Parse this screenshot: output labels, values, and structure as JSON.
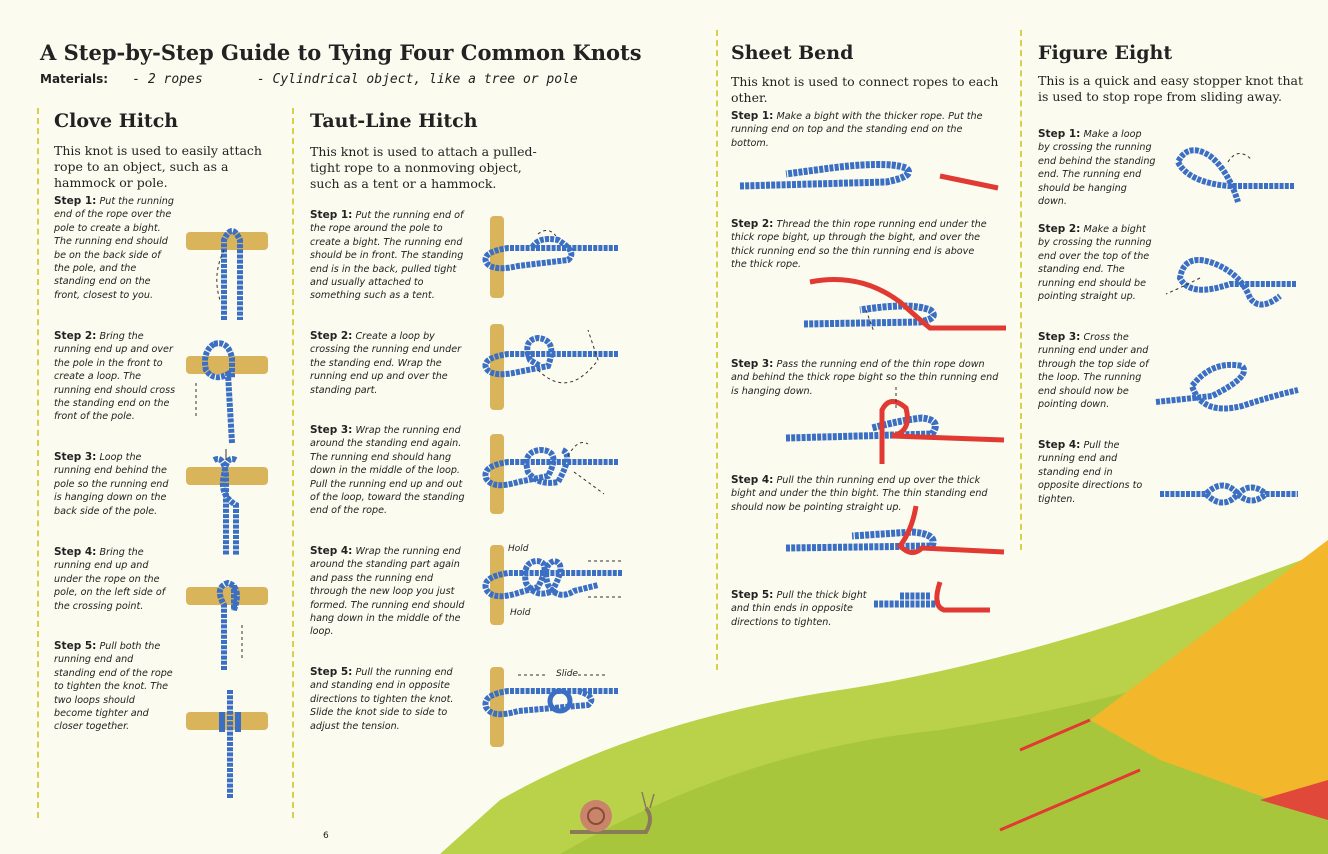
{
  "page_title": "A Step-by-Step Guide to Tying Four Common Knots",
  "materials": {
    "label": "Materials:",
    "items": [
      "- 2 ropes",
      "- Cylindrical object, like a tree or pole"
    ]
  },
  "page_number": "6",
  "colors": {
    "background": "#fcfbef",
    "rope_blue": "#3a6fc4",
    "rope_red": "#e03a32",
    "pole": "#d9b45a",
    "grass": "#b9d24a",
    "tent": "#f2b72a",
    "divider": "#d8d04a"
  },
  "clove_hitch": {
    "title": "Clove Hitch",
    "intro": "This knot is used to easily attach rope to an object, such as a hammock or pole.",
    "steps": [
      {
        "label": "Step 1:",
        "text": "Put the running end of the rope over the pole to create a bight. The running end should be on the back side of the pole, and the standing end on the front, closest to you."
      },
      {
        "label": "Step 2:",
        "text": "Bring the running end up and over the pole in the front to create a loop. The running end should cross the standing end on the front of the pole."
      },
      {
        "label": "Step 3:",
        "text": "Loop the running end behind the pole so the running end is hanging down on the back side of the pole."
      },
      {
        "label": "Step 4:",
        "text": "Bring the running end up and under the rope on the pole, on the left side of the crossing point."
      },
      {
        "label": "Step 5:",
        "text": "Pull both the running end and standing end of the rope to tighten the knot. The two loops should become tighter and closer together."
      }
    ]
  },
  "taut_line": {
    "title": "Taut-Line Hitch",
    "intro": "This knot is used to attach a pulled-tight rope to a nonmoving object, such as a tent or a hammock.",
    "steps": [
      {
        "label": "Step 1:",
        "text": "Put the running end of the rope around the pole to create a bight. The running end should be in front. The standing end is in the back, pulled tight and usually attached to something such as a tent."
      },
      {
        "label": "Step 2:",
        "text": "Create a loop by crossing the running end under the standing end. Wrap the running end up and over the standing part."
      },
      {
        "label": "Step 3:",
        "text": "Wrap the running end around the standing end again. The running end should hang down in the middle of the loop. Pull the running end up and out of the loop, toward the standing end of the rope."
      },
      {
        "label": "Step 4:",
        "text": "Wrap the running end around the standing part again and pass the running end through the new loop you just formed. The running end should hang down in the middle of the loop."
      },
      {
        "label": "Step 5:",
        "text": "Pull the running end and standing end in opposite directions to tighten the knot. Slide the knot side to side to adjust the tension."
      }
    ],
    "labels": {
      "hold": "Hold",
      "slide": "Slide"
    }
  },
  "sheet_bend": {
    "title": "Sheet Bend",
    "intro": "This knot is used to connect ropes to each other.",
    "steps": [
      {
        "label": "Step 1:",
        "text": "Make a bight with the thicker rope. Put the running end on top and the standing end on the bottom."
      },
      {
        "label": "Step 2:",
        "text": "Thread the thin rope running end under the thick rope bight, up through the bight, and over the thick running end so the thin running end is above the thick rope."
      },
      {
        "label": "Step 3:",
        "text": "Pass the running end of the thin rope down and behind the thick rope bight so the thin running end is hanging down."
      },
      {
        "label": "Step 4:",
        "text": "Pull the thin running end up over the thick bight and under the thin bight. The thin standing end should now be pointing straight up."
      },
      {
        "label": "Step 5:",
        "text": "Pull the thick bight and thin ends in opposite directions to tighten."
      }
    ]
  },
  "figure_eight": {
    "title": "Figure Eight",
    "intro": "This is a quick and easy stopper knot that is used to stop rope from sliding away.",
    "steps": [
      {
        "label": "Step 1:",
        "text": "Make a loop by crossing the running end behind the standing end. The running end should be hanging down."
      },
      {
        "label": "Step 2:",
        "text": "Make a bight by crossing the running end over the top of the standing end. The running end should be pointing straight up."
      },
      {
        "label": "Step 3:",
        "text": "Cross the running end under and through the top side of the loop. The running end should now be pointing down."
      },
      {
        "label": "Step 4:",
        "text": "Pull the running end and standing end in opposite directions to tighten."
      }
    ]
  }
}
